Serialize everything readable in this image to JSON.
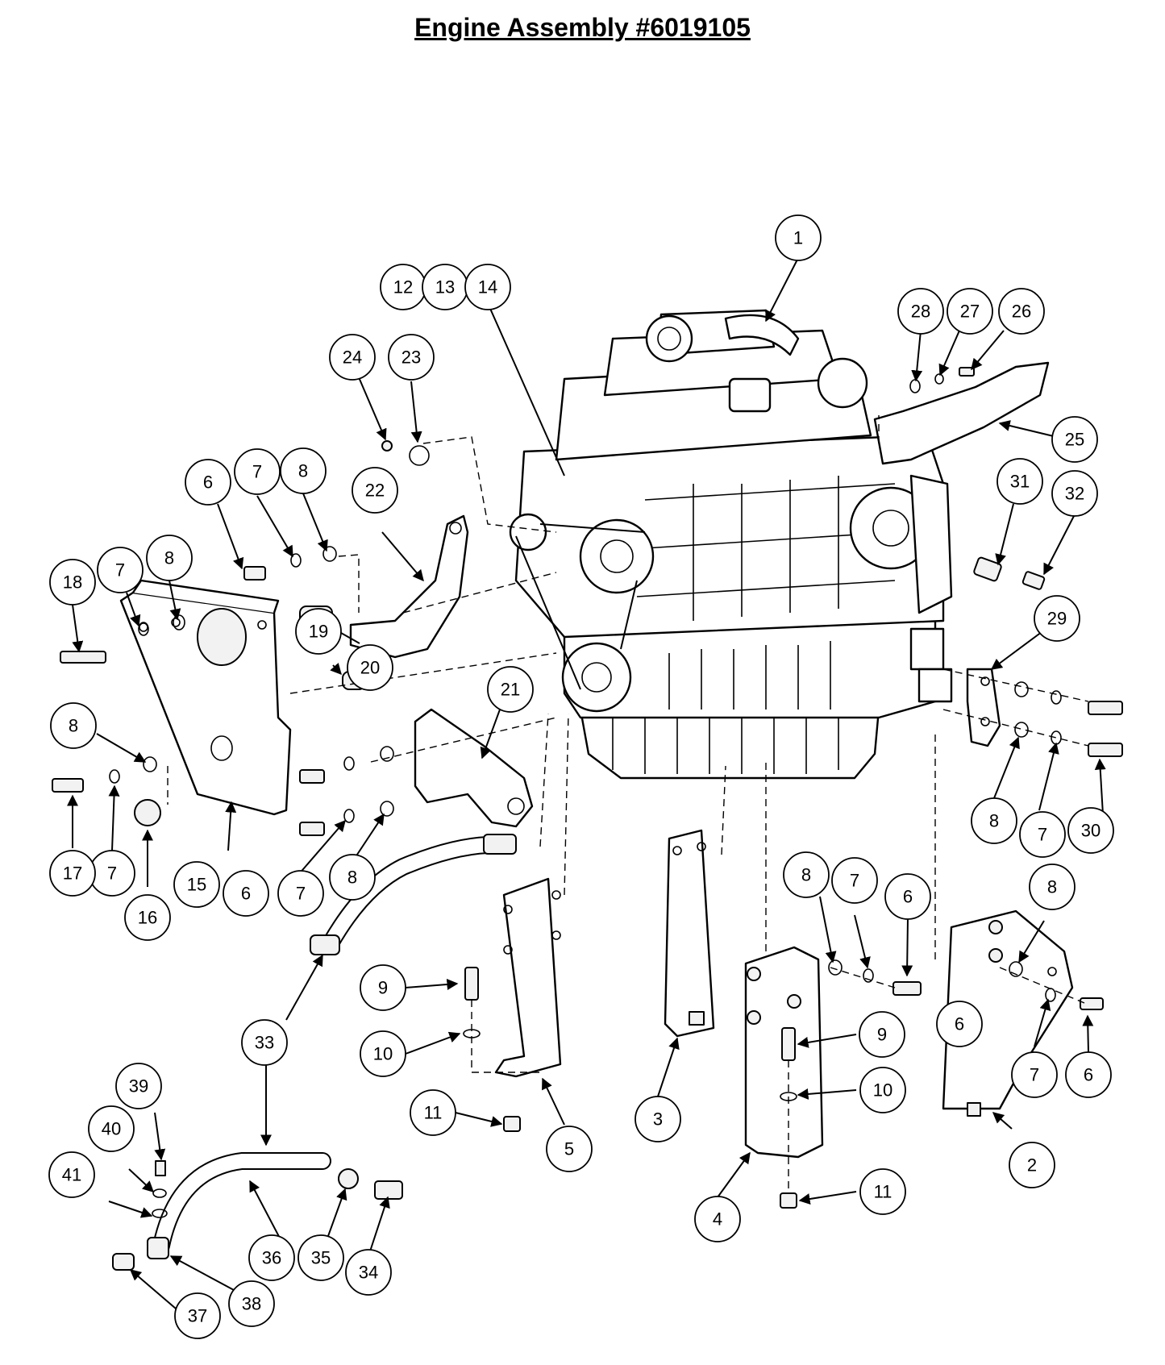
{
  "title": "Engine Assembly #6019105",
  "callouts": [
    "1",
    "2",
    "3",
    "4",
    "5",
    "6",
    "7",
    "8",
    "9",
    "10",
    "11",
    "12",
    "13",
    "14",
    "15",
    "16",
    "17",
    "18",
    "19",
    "20",
    "21",
    "22",
    "23",
    "24",
    "25",
    "26",
    "27",
    "28",
    "29",
    "30",
    "31",
    "32",
    "33",
    "34",
    "35",
    "36",
    "37",
    "38",
    "39",
    "40",
    "41"
  ]
}
